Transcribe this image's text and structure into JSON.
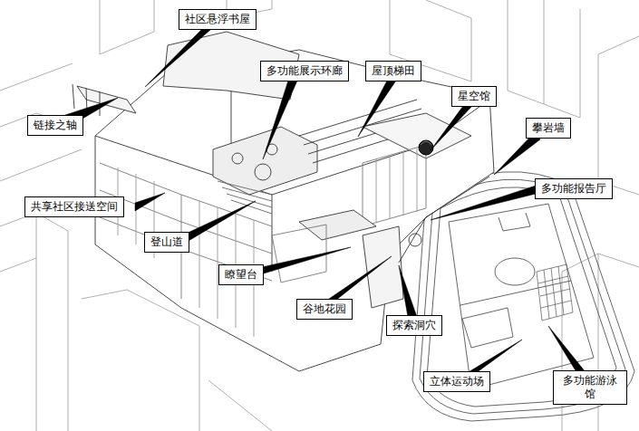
{
  "diagram": {
    "nodes": [
      {
        "text": [
          "社区悬浮书屋"
        ]
      },
      {
        "text": [
          "多功能展示环廊"
        ]
      },
      {
        "text": [
          "屋顶梯田"
        ]
      },
      {
        "text": [
          "星空馆"
        ]
      },
      {
        "text": [
          "链接之轴"
        ]
      },
      {
        "text": [
          "攀岩墙"
        ]
      },
      {
        "text": [
          "多功能报告厅"
        ]
      },
      {
        "text": [
          "共享社区接送空间"
        ]
      },
      {
        "text": [
          "登山道"
        ]
      },
      {
        "text": [
          "瞭望台"
        ]
      },
      {
        "text": [
          "谷地花园"
        ]
      },
      {
        "text": [
          "探索洞穴"
        ]
      },
      {
        "text": [
          "立体运动场"
        ]
      },
      {
        "text": [
          "多功能游泳馆"
        ]
      }
    ]
  }
}
